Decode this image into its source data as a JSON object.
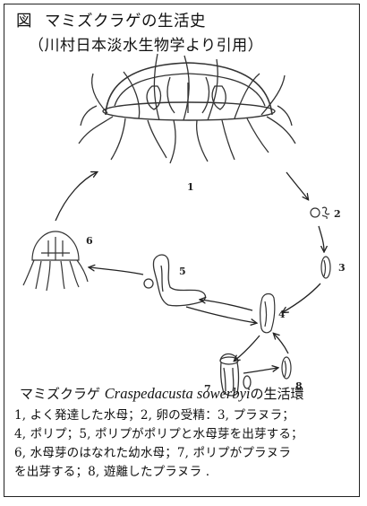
{
  "header": {
    "figure_mark": "図",
    "title": "マミズクラゲの生活史",
    "subtitle": "（川村日本淡水生物学より引用）"
  },
  "stage_labels": [
    "1",
    "2",
    "3",
    "4",
    "5",
    "6",
    "7",
    "8"
  ],
  "caption": {
    "common_name": "マミズクラゲ",
    "scientific_name": "Craspedacusta sowerbyi",
    "suffix": "の生活環",
    "lines": [
      "1, よく発達した水母；2, 卵の受精：3, プラヌラ；",
      "4, ポリプ；5, ポリプがポリプと水母芽を出芽する；",
      "6, 水母芽のはなれた幼水母；7, ポリプがプラヌラ",
      "を出芽する；8, 遊離したプラヌラ ."
    ]
  }
}
